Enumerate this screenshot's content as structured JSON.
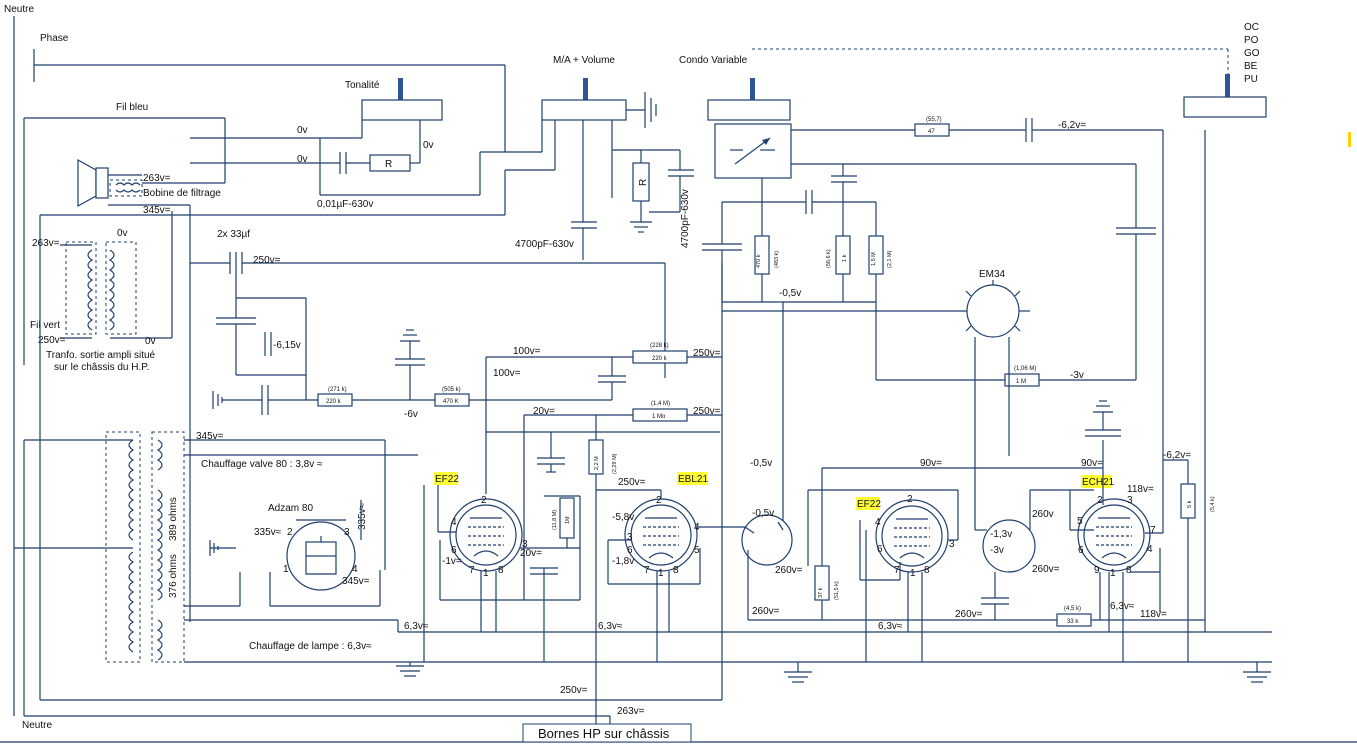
{
  "lines": {
    "neutre_top": "Neutre",
    "neutre_bottom": "Neutre",
    "phase": "Phase"
  },
  "controls": {
    "tonalite": "Tonalité",
    "ma_volume": "M/A + Volume",
    "condo_variable": "Condo Variable"
  },
  "bands": [
    "OC",
    "PO",
    "GO",
    "BE",
    "PU"
  ],
  "speaker": {
    "fil_bleu": "Fil bleu",
    "fil_vert": "Fil vert",
    "bobine": "Bobine de filtrage",
    "v263": "263v=",
    "v345": "345v=",
    "trafo_line1": "Tranfo. sortie ampli situé",
    "trafo_line2": "sur le châssis du H.P."
  },
  "tubes": {
    "em34": "EM34",
    "ef22_left": "EF22",
    "ebl21": "EBL21",
    "ef22_right": "EF22",
    "ech21": "ECH21",
    "adzam": "Adzam 80"
  },
  "power": {
    "chauffage_valve": "Chauffage valve 80 : 3,8v ≈",
    "chauffage_lampe": "Chauffage de lampe : 6,3v≈",
    "ohms389": "389 ohms",
    "ohms376": "376 ohms"
  },
  "components": {
    "r_label": "R",
    "c001": "0,01µF-630v",
    "c4700_a": "4700pF-630v",
    "c4700_b": "4700pF-630v",
    "c2x33": "2x 33µf",
    "r_55_7": "(55,7)",
    "r_47": "47",
    "r_470k": "470 k",
    "r_483k": "(483 k)",
    "r_56_6k": "(56,6 k)",
    "r_1k": "1 k",
    "r_1_5m": "1,5 M",
    "r_2_1m": "(2,1 M)",
    "r_228k": "(228 k)",
    "r_220k_a": "220 k",
    "r_1_4m": "(1,4 M)",
    "r_1mo": "1 Mo",
    "r_271k": "(271 k)",
    "r_220k_b": "220 k",
    "r_505k": "(505 k)",
    "r_470k_b": "470 K",
    "r_2_2m": "2,2 M",
    "r_2_29m": "(2,29 M)",
    "r_11_8m": "(11,8 M)",
    "r_1m_v": "1M",
    "r_1_06m": "(1,06 M)",
    "r_1m_h": "1 M",
    "r_37k": "37 k",
    "r_51_5k": "(51,5 k)",
    "r_4_5k": "(4,5 k)",
    "r_33k": "33 k",
    "r_5k": "5 k",
    "r_5_4k": "(5,4 k)"
  },
  "voltages": [
    "0v",
    "0v",
    "0v",
    "0v",
    "0v",
    "263v=",
    "250v=",
    "250v=",
    "-6,15v",
    "-6v",
    "100v=",
    "100v=",
    "20v=",
    "250v=",
    "250v=",
    "-6,2v=",
    "-0,5v",
    "-3v",
    "345v=",
    "335v≈",
    "335v≈",
    "345v=",
    "-1v=",
    "20v=",
    "-5,8v",
    "-1,8v",
    "250v=",
    "-0,5v",
    "-0,5v",
    "260v=",
    "260v=",
    "90v=",
    "90v=",
    "-1,3v",
    "-3v",
    "260v",
    "260v=",
    "260v=",
    "-6,2v=",
    "118v=",
    "118v=",
    "6,3v≈",
    "6,3v≈",
    "6,3v≈",
    "6,3v≈",
    "250v=",
    "263v="
  ],
  "pins": [
    "2",
    "4",
    "6",
    "7",
    "1",
    "8",
    "3",
    "2",
    "4",
    "6",
    "7",
    "1",
    "8",
    "5",
    "3",
    "2",
    "4",
    "6",
    "7",
    "1",
    "8",
    "3",
    "2",
    "3",
    "5",
    "6",
    "7",
    "4",
    "9",
    "1",
    "8",
    "2",
    "3",
    "1",
    "4"
  ],
  "footer": "Bornes HP sur châssis",
  "colors": {
    "wire": "#1f3f6e",
    "knob": "#2f5597",
    "highlight": "#ffff33",
    "accent": "#ffd200"
  }
}
